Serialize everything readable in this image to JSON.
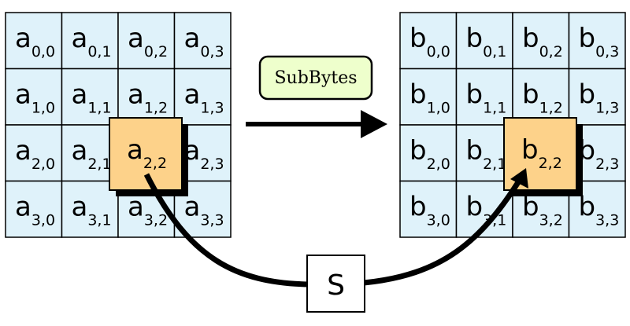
{
  "operation_label": "SubBytes",
  "sbox_label": "S",
  "colors": {
    "cell_fill": "#dff2fa",
    "highlight_fill": "#fdd28a",
    "op_box_fill": "#eeffcc",
    "stroke": "#000000",
    "shadow": "#000000"
  },
  "input_matrix": {
    "letter": "a",
    "rows": [
      [
        "0,0",
        "0,1",
        "0,2",
        "0,3"
      ],
      [
        "1,0",
        "1,1",
        "1,2",
        "1,3"
      ],
      [
        "2,0",
        "2,1",
        "2,2",
        "2,3"
      ],
      [
        "3,0",
        "3,1",
        "3,2",
        "3,3"
      ]
    ],
    "highlight_index": "2,2"
  },
  "output_matrix": {
    "letter": "b",
    "rows": [
      [
        "0,0",
        "0,1",
        "0,2",
        "0,3"
      ],
      [
        "1,0",
        "1,1",
        "1,2",
        "1,3"
      ],
      [
        "2,0",
        "2,1",
        "2,2",
        "2,3"
      ],
      [
        "3,0",
        "3,1",
        "3,2",
        "3,3"
      ]
    ],
    "highlight_index": "2,2"
  }
}
